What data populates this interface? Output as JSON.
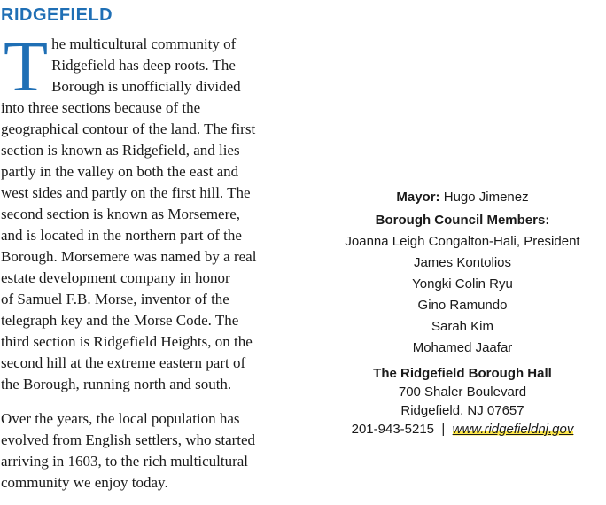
{
  "colors": {
    "accent": "#1f6fb5"
  },
  "heading": "RIDGEFIELD",
  "article": {
    "dropcap": "T",
    "paragraph1_lines": [
      "he multicultural community of",
      "Ridgefield has deep roots. The",
      "Borough is unofficially divided",
      "into three sections because of the",
      "geographical contour of the land. The first",
      "section is known as Ridgefield, and lies",
      "partly in the valley on both the east and",
      "west sides and partly on the first hill. The",
      "second section is known as Morsemere,",
      "and is located in the northern part of the",
      "Borough. Morsemere was named by a real",
      "estate development company in honor",
      "of Samuel F.B. Morse, inventor of the",
      "telegraph key and the Morse Code. The",
      "third section is Ridgefield Heights, on the",
      "second hill at the extreme eastern part of",
      "the Borough, running north and south."
    ],
    "paragraph2_lines": [
      "Over the years, the local population has",
      "evolved from English settlers, who started",
      "arriving in 1603, to the rich multicultural",
      "community we enjoy today."
    ]
  },
  "officials": {
    "mayor_label": "Mayor:",
    "mayor_name": " Hugo Jimenez",
    "council_label": "Borough Council Members:",
    "council_members": [
      "Joanna Leigh Congalton-Hali, President",
      "James Kontolios",
      "Yongki Colin Ryu",
      "Gino Ramundo",
      "Sarah Kim",
      "Mohamed Jaafar"
    ]
  },
  "borough_hall": {
    "title": "The Ridgefield Borough Hall",
    "street": "700 Shaler Boulevard",
    "city": "Ridgefield, NJ 07657",
    "phone": "201-943-5215",
    "separator": "|",
    "website": "www.ridgefieldnj.gov",
    "website_highlight_color": "#ffe94a"
  }
}
